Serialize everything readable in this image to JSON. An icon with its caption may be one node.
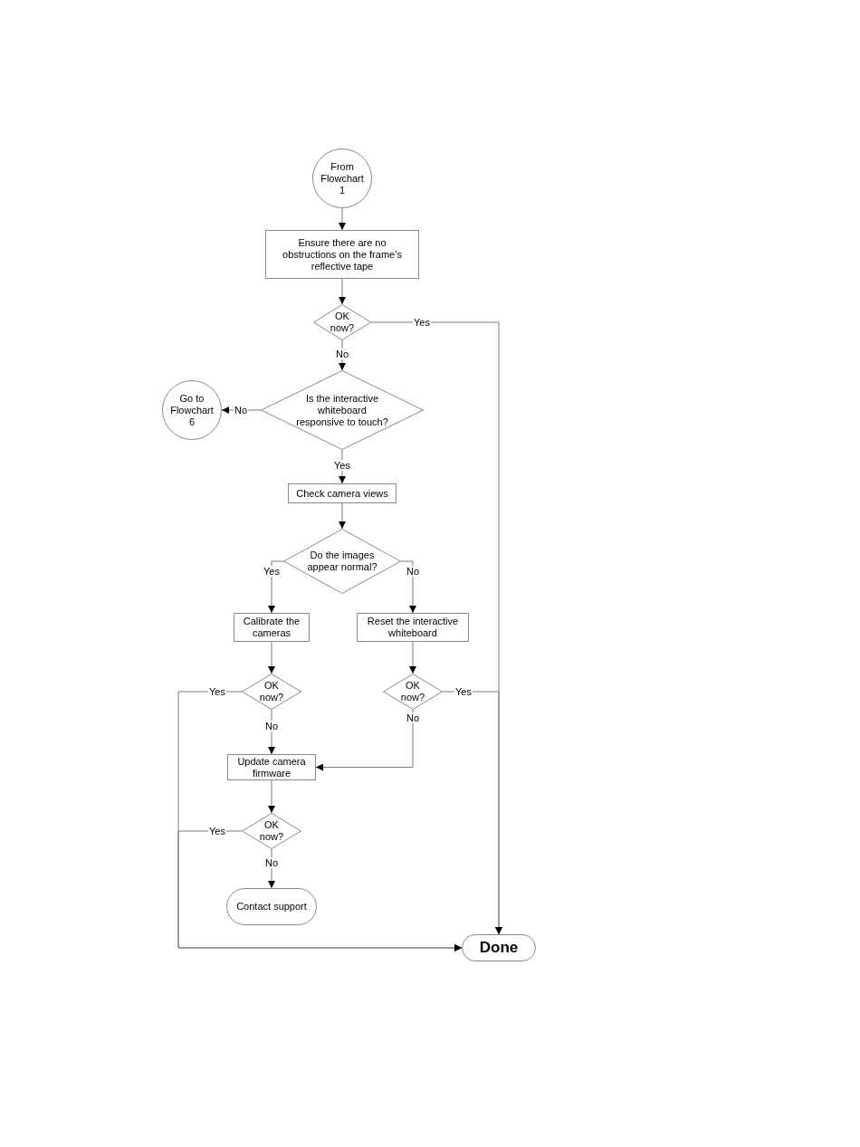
{
  "diagram": {
    "nodes": [
      {
        "text": [
          "From Flowchart 1"
        ]
      },
      {
        "text": [
          "Ensure there are no obstructions on the frame’s reflective tape"
        ]
      },
      {
        "text": [
          "OK now?"
        ]
      },
      {
        "text": [
          "Is the interactive whiteboard responsive to touch?"
        ]
      },
      {
        "text": [
          "Go to Flowchart 6"
        ]
      },
      {
        "text": [
          "Check camera views"
        ]
      },
      {
        "text": [
          "Do the images appear normal?"
        ]
      },
      {
        "text": [
          "Calibrate the cameras"
        ]
      },
      {
        "text": [
          "Reset the interactive whiteboard"
        ]
      },
      {
        "text": [
          "OK now?"
        ]
      },
      {
        "text": [
          "OK now?"
        ]
      },
      {
        "text": [
          "Update camera firmware"
        ]
      },
      {
        "text": [
          "OK now?"
        ]
      },
      {
        "text": [
          "Contact support"
        ]
      },
      {
        "text": [
          "Done"
        ]
      }
    ],
    "edges": [
      {
        "from": 0,
        "to": 1,
        "arrow": "to"
      },
      {
        "from": 1,
        "to": 2,
        "arrow": "to"
      },
      {
        "from": 2,
        "to": 14,
        "arrow": "to",
        "label": "Yes"
      },
      {
        "from": 2,
        "to": 3,
        "arrow": "to",
        "label": "No"
      },
      {
        "from": 3,
        "to": 4,
        "arrow": "to",
        "label": "No"
      },
      {
        "from": 3,
        "to": 5,
        "arrow": "to",
        "label": "Yes"
      },
      {
        "from": 5,
        "to": 6,
        "arrow": "to"
      },
      {
        "from": 6,
        "to": 7,
        "arrow": "to",
        "label": "Yes"
      },
      {
        "from": 6,
        "to": 8,
        "arrow": "to",
        "label": "No"
      },
      {
        "from": 7,
        "to": 9,
        "arrow": "to"
      },
      {
        "from": 8,
        "to": 10,
        "arrow": "to"
      },
      {
        "from": 9,
        "to": 14,
        "arrow": "to",
        "label": "Yes"
      },
      {
        "from": 9,
        "to": 11,
        "arrow": "to",
        "label": "No"
      },
      {
        "from": 10,
        "to": 14,
        "arrow": "to",
        "label": "Yes"
      },
      {
        "from": 10,
        "to": 11,
        "arrow": "to",
        "label": "No"
      },
      {
        "from": 11,
        "to": 12,
        "arrow": "to"
      },
      {
        "from": 12,
        "to": 13,
        "arrow": "to",
        "label": "No"
      },
      {
        "from": 12,
        "to": 14,
        "arrow": "to",
        "label": "Yes"
      }
    ]
  }
}
